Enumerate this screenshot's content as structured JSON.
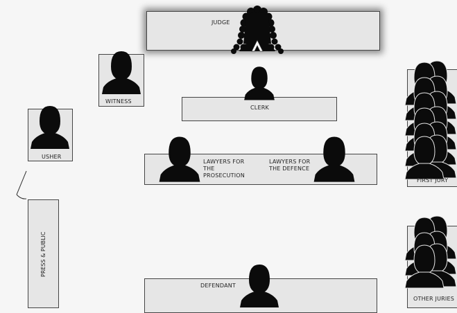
{
  "labels": {
    "judge": "JUDGE",
    "witness": "WITNESS",
    "clerk": "CLERK",
    "usher": "USHER",
    "prosecution": [
      "LAWYERS FOR",
      "THE",
      "PROSECUTION"
    ],
    "defence": [
      "LAWYERS FOR",
      "THE DEFENCE"
    ],
    "first_jury": "FIRST JURY",
    "press_public": "PRESS & PUBLIC",
    "other_juries": "OTHER JURIES",
    "defendant": "DEFENDANT"
  },
  "colors": {
    "figure": "#0b0b0b",
    "box_fill": "#e6e6e6",
    "border": "#444444",
    "background": "#f6f6f6"
  }
}
